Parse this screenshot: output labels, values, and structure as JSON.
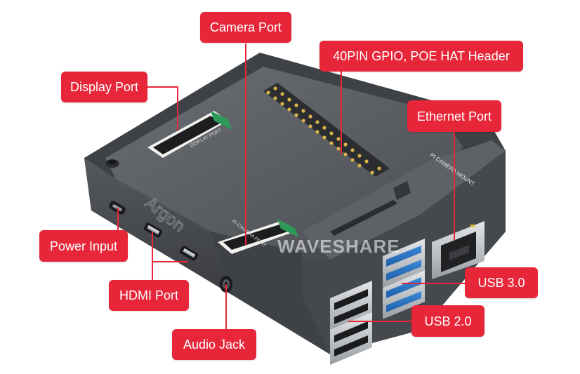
{
  "image": {
    "subject": "Raspberry Pi case with labeled ports",
    "accent_color": "#e8263a",
    "case_color": "#4a4d52"
  },
  "watermark": "WAVESHARE",
  "case_printing": {
    "brand": "Argon",
    "display_port": "DISPLAY PORT",
    "camera_port": "PI CAMERA PORT",
    "camera_mount": "PI CAMERA MOUNT"
  },
  "labels": {
    "camera_port": "Camera Port",
    "display_port": "Display Port",
    "gpio_header": "40PIN GPIO, POE HAT Header",
    "ethernet_port": "Ethernet Port",
    "power_input": "Power Input",
    "hdmi_port": "HDMI Port",
    "audio_jack": "Audio Jack",
    "usb3": "USB 3.0",
    "usb2": "USB 2.0"
  }
}
